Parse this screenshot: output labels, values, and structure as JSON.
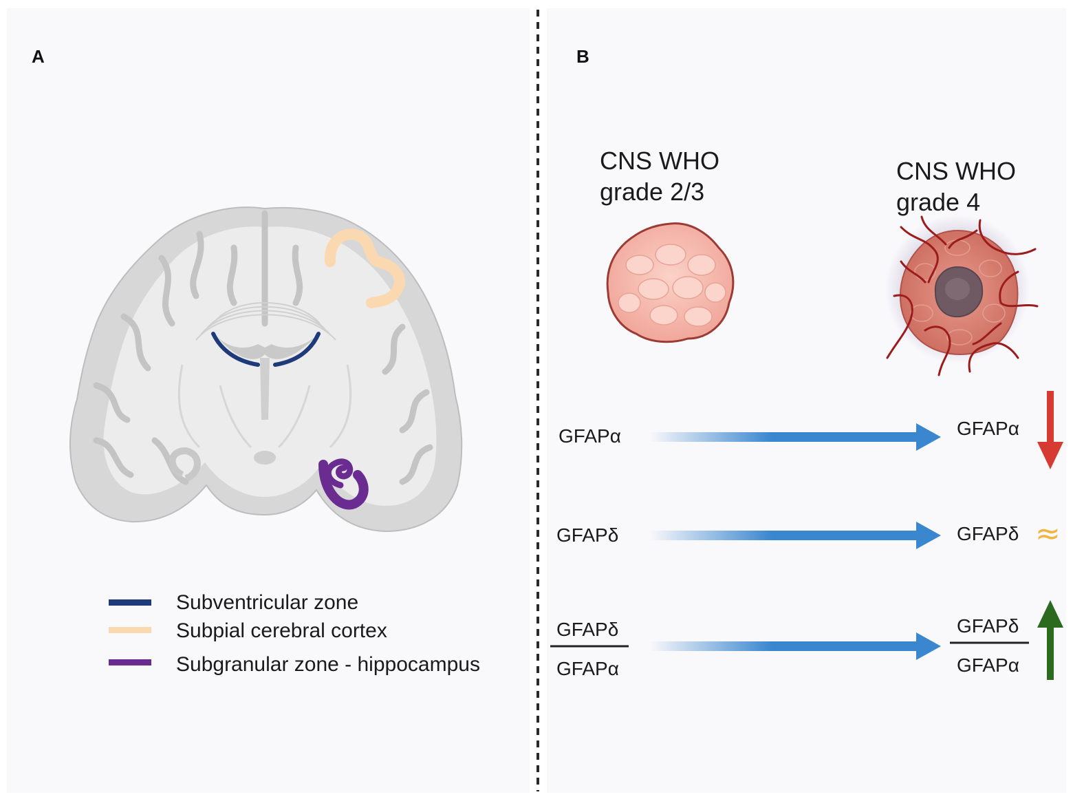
{
  "panels": {
    "a": {
      "letter": "A"
    },
    "b": {
      "letter": "B"
    }
  },
  "legend": [
    {
      "label": "Subventricular zone",
      "color": "#1f3a7a"
    },
    {
      "label": "Subpial cerebral cortex",
      "color": "#fbd9b0"
    },
    {
      "label": "Subgranular zone - hippocampus",
      "color": "#6a2c91"
    }
  ],
  "tumors": {
    "low": {
      "line1": "CNS WHO",
      "line2": "grade 2/3"
    },
    "high": {
      "line1": "CNS WHO",
      "line2": "grade 4"
    }
  },
  "rows": {
    "alpha": {
      "left": "GFAPα",
      "right": "GFAPα",
      "change": "decrease",
      "indicator_color": "#d63a30"
    },
    "delta": {
      "left": "GFAPδ",
      "right": "GFAPδ",
      "change": "approximately equal",
      "indicator_symbol": "≈",
      "indicator_color": "#f2b53b"
    },
    "ratio": {
      "left_num": "GFAPδ",
      "left_den": "GFAPα",
      "right_num": "GFAPδ",
      "right_den": "GFAPα",
      "change": "increase",
      "indicator_color": "#2c6a1f"
    }
  },
  "colors": {
    "arrow": "#3a86cf",
    "brain": "#d7d7d7",
    "brain_inner": "#ececec",
    "tumor_low": "#f6b3a8",
    "tumor_high": "#d97a6c",
    "vessel": "#9b1c1c"
  }
}
